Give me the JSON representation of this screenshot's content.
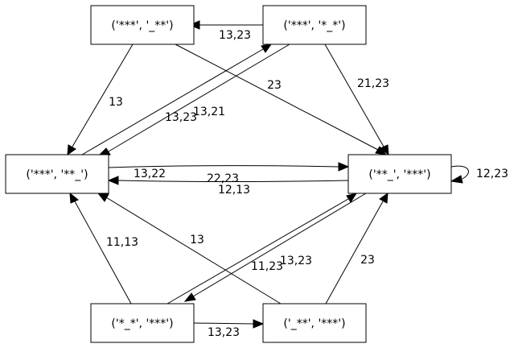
{
  "nodes": {
    "n1": "('***', '_**')",
    "n2": "('***', '*_*')",
    "n3": "('***', '**_')",
    "n4": "('**_', '***')",
    "n5": "('*_*', '***')",
    "n6": "('_**', '***')"
  },
  "edges": {
    "n2_n1": "13,23",
    "n1_n3": "13",
    "n1_n4": "23",
    "n2_n3": "13,21",
    "n3_n2": "13,23",
    "n2_n4": "21,23",
    "n3_n4": "13,22",
    "n4_n3": "22,23",
    "n4_n3_b": "12,13",
    "n4_self": "12,23",
    "n5_n3": "11,13",
    "n6_n3": "13",
    "n5_n4": "11,23",
    "n4_n5": "13,23",
    "n6_n4": "23",
    "n5_n6": "13,23"
  }
}
